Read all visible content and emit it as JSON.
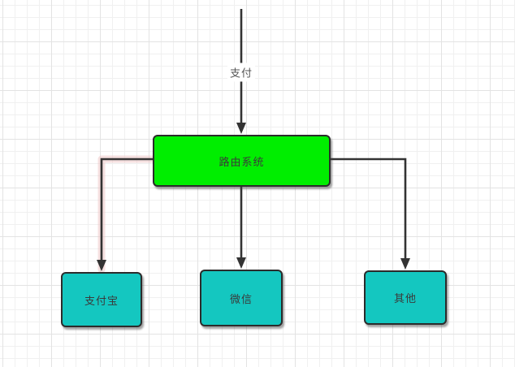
{
  "diagram": {
    "edge_label": "支付",
    "nodes": {
      "router": {
        "label": "路由系统"
      },
      "alipay": {
        "label": "支付宝"
      },
      "wechat": {
        "label": "微信"
      },
      "other": {
        "label": "其他"
      }
    },
    "edges": [
      {
        "from": "entry",
        "to": "router",
        "label": "支付",
        "selected": false
      },
      {
        "from": "router",
        "to": "alipay",
        "label": "",
        "selected": true
      },
      {
        "from": "router",
        "to": "wechat",
        "label": "",
        "selected": false
      },
      {
        "from": "router",
        "to": "other",
        "label": "",
        "selected": false
      }
    ],
    "colors": {
      "router_fill": "#00ee00",
      "channel_fill": "#14c7c0",
      "node_border": "#2b2b2b",
      "edge_stroke": "#333333",
      "selected_glow": "#efc9c9",
      "label_text": "#555555",
      "node_text": "#3a3a3a",
      "grid_minor": "#f0f0f0",
      "grid_major": "#e3e3e3",
      "background": "#ffffff"
    }
  }
}
